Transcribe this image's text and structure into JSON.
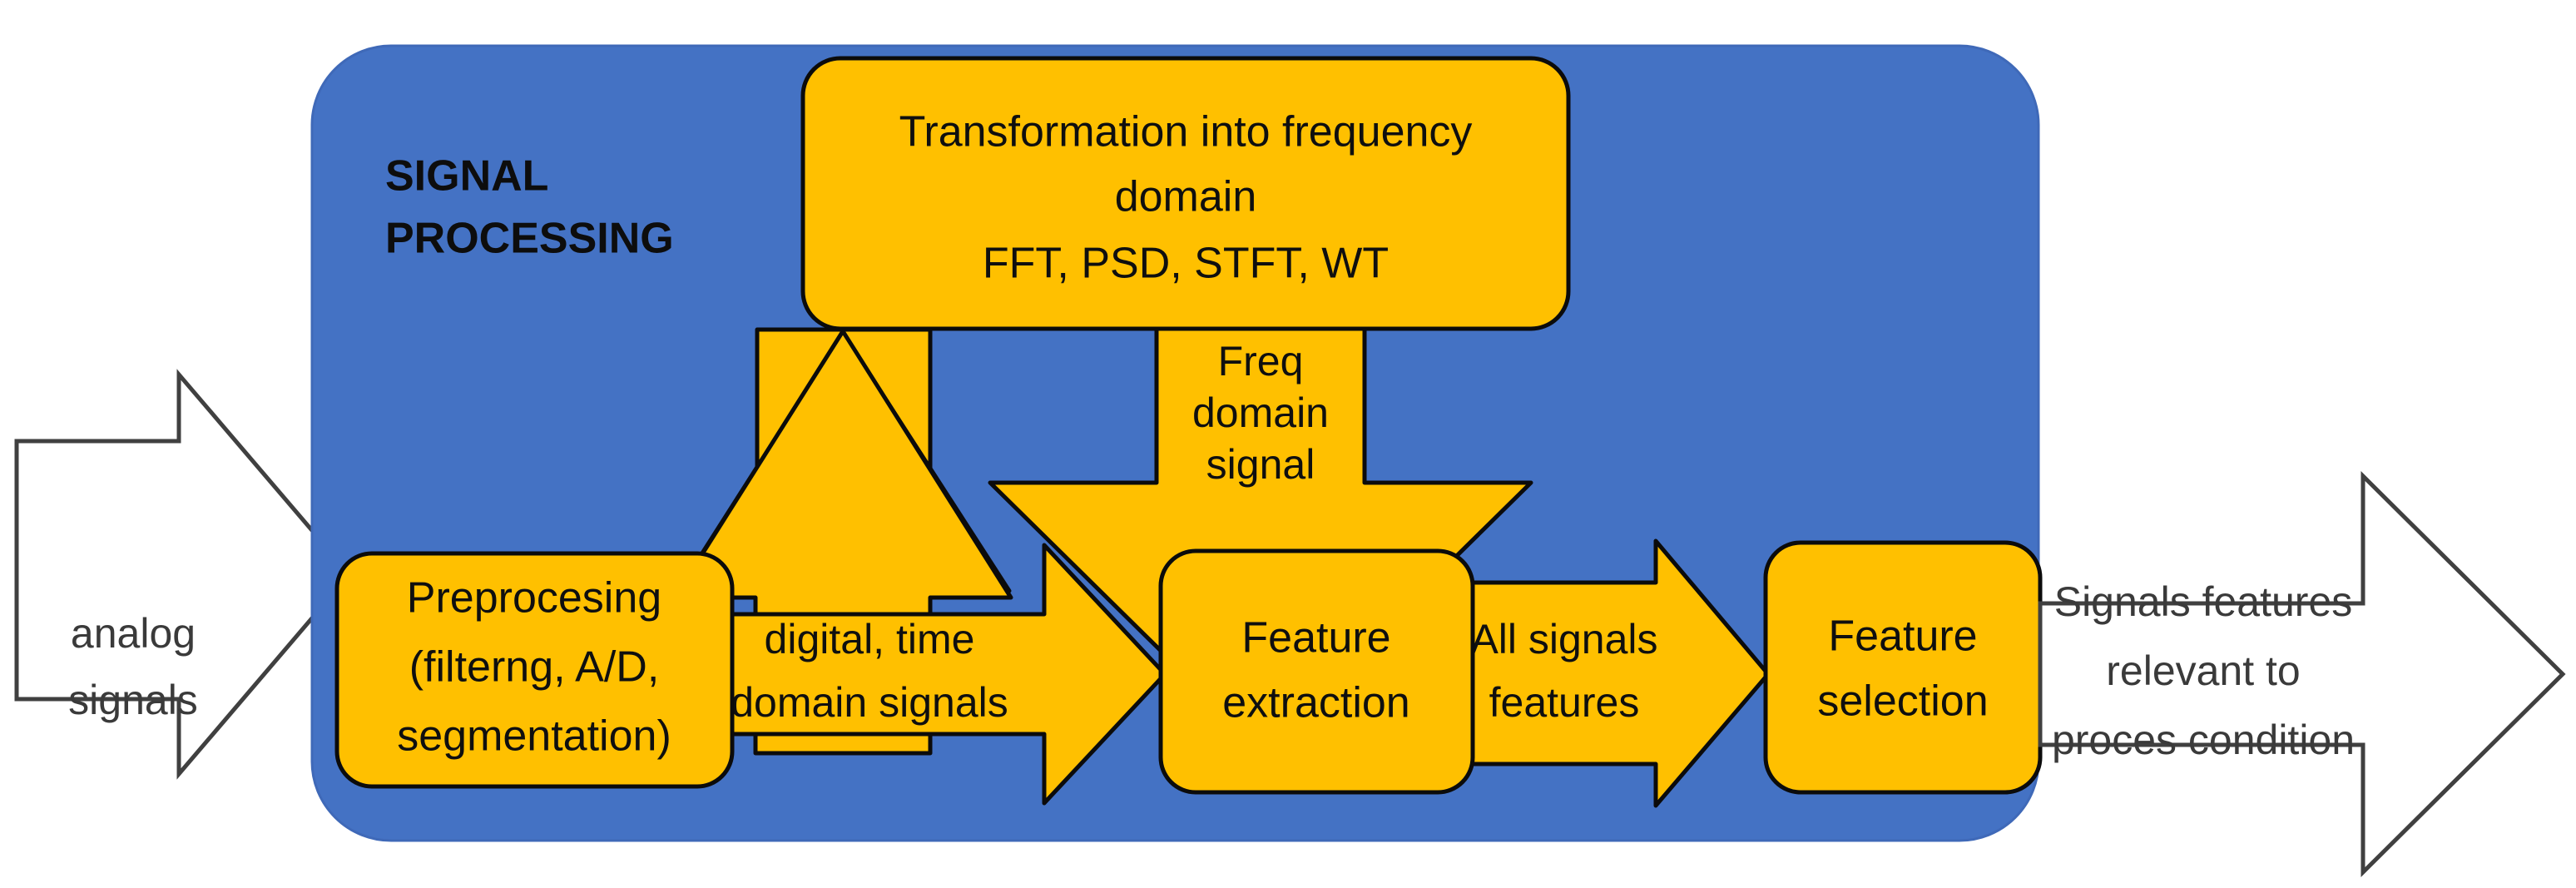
{
  "diagram": {
    "title": "Signal processing pipeline",
    "colors": {
      "container_blue": "#4472C4",
      "node_yellow": "#FFC000",
      "outline_dark": "#0B0B0B",
      "outline_gray": "#404040",
      "text_dark": "#0F0F0F",
      "text_gray": "#3A3A3A",
      "background": "#FFFFFF"
    },
    "container": {
      "label_line1": "SIGNAL",
      "label_line2": "PROCESSING"
    },
    "nodes": {
      "transformation": {
        "line1": "Transformation into frequency",
        "line2": "domain",
        "line3": "FFT, PSD, STFT, WT"
      },
      "preprocessing": {
        "line1": "Preprocesing",
        "line2": "(filterng, A/D,",
        "line3": "segmentation)"
      },
      "feature_extraction": {
        "line1": "Feature",
        "line2": "extraction"
      },
      "feature_selection": {
        "line1": "Feature",
        "line2": "selection"
      }
    },
    "arrows": {
      "input_analog": {
        "line1": "analog",
        "line2": "signals"
      },
      "preproc_to_extraction": {
        "line1": "digital, time",
        "line2": "domain signals"
      },
      "transform_down": {
        "line1": "Freq",
        "line2": "domain",
        "line3": "signal"
      },
      "preproc_up": {
        "label": ""
      },
      "extraction_to_selection": {
        "line1": "All signals",
        "line2": "features"
      },
      "output_features": {
        "line1": "Signals features",
        "line2": "relevant to",
        "line3": "proces condition"
      }
    }
  }
}
